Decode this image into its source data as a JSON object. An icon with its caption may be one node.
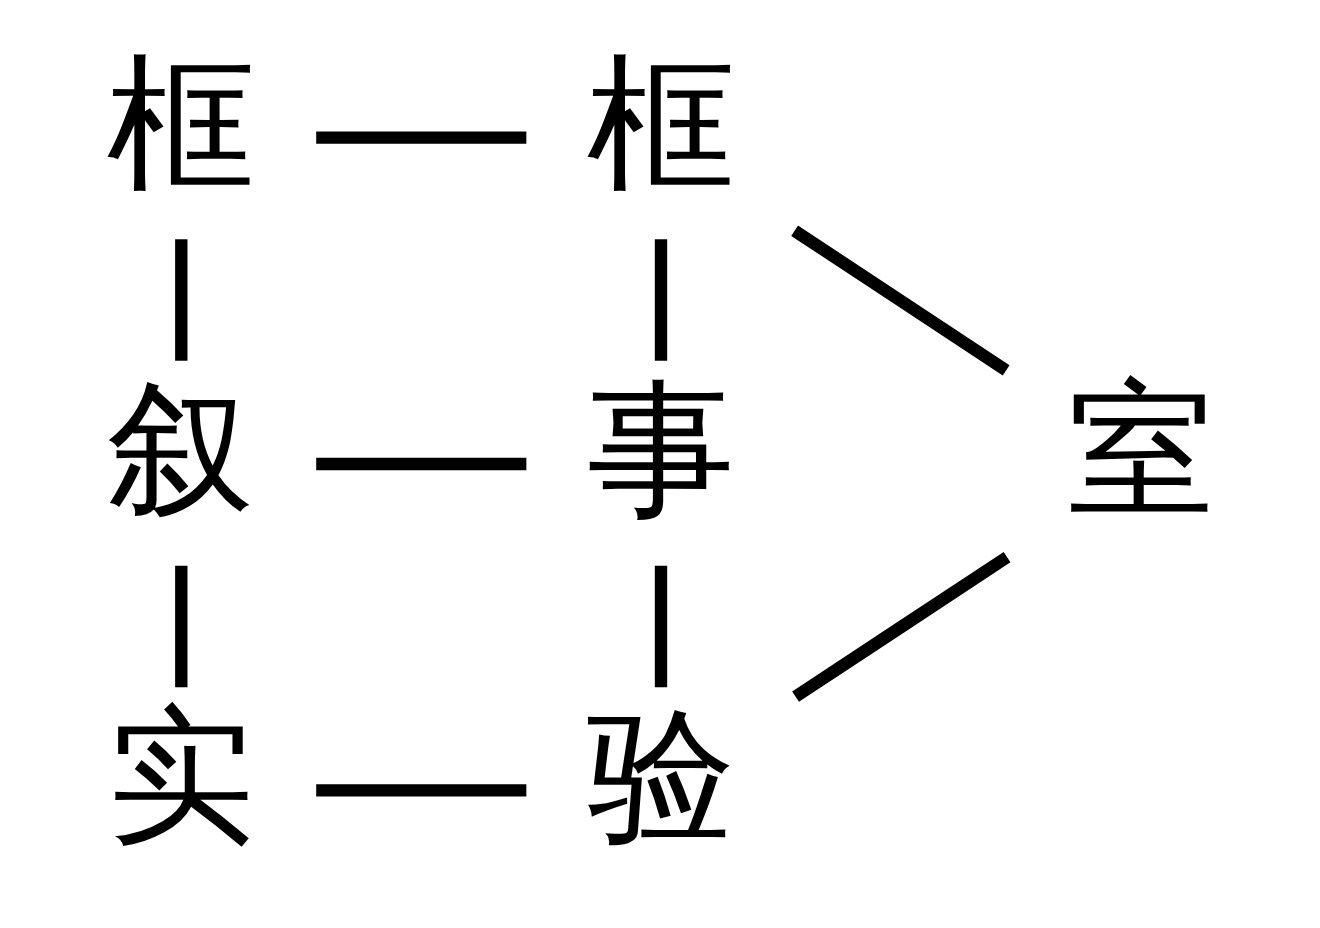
{
  "diagram": {
    "nodes": [
      {
        "text": [
          "框"
        ]
      },
      {
        "text": [
          "框"
        ]
      },
      {
        "text": [
          "叙"
        ]
      },
      {
        "text": [
          "事"
        ]
      },
      {
        "text": [
          "室"
        ]
      },
      {
        "text": [
          "实"
        ]
      },
      {
        "text": [
          "验"
        ]
      }
    ],
    "edges": [
      {
        "from": 0,
        "to": 1,
        "arrow": "none"
      },
      {
        "from": 0,
        "to": 2,
        "arrow": "none"
      },
      {
        "from": 1,
        "to": 3,
        "arrow": "none"
      },
      {
        "from": 1,
        "to": 4,
        "arrow": "none"
      },
      {
        "from": 2,
        "to": 3,
        "arrow": "none"
      },
      {
        "from": 2,
        "to": 5,
        "arrow": "none"
      },
      {
        "from": 3,
        "to": 6,
        "arrow": "none"
      },
      {
        "from": 4,
        "to": 6,
        "arrow": "none"
      },
      {
        "from": 5,
        "to": 6,
        "arrow": "none"
      }
    ]
  }
}
